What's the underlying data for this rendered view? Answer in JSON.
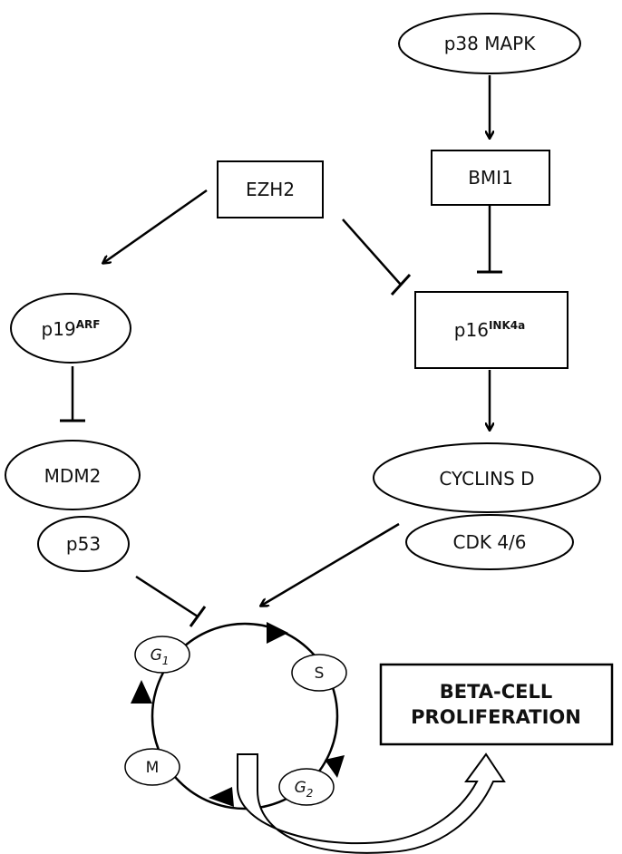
{
  "nodes": {
    "p38_mapk": "p38 MAPK",
    "bmi1": "BMI1",
    "ezh2": "EZH2",
    "p19": {
      "base": "p19",
      "sup": "ARF"
    },
    "p16": {
      "base": "p16",
      "sup": "INK4a"
    },
    "mdm2": "MDM2",
    "p53": "p53",
    "cyclins_d": "CYCLINS D",
    "cdk": "CDK 4/6",
    "outcome_line1": "BETA-CELL",
    "outcome_line2": "PROLIFERATION"
  },
  "cell_cycle": {
    "g1": {
      "base": "G",
      "sub": "1"
    },
    "s": "S",
    "g2": {
      "base": "G",
      "sub": "2"
    },
    "m": "M"
  },
  "edges": [
    {
      "from": "p38 MAPK",
      "to": "BMI1",
      "type": "activation"
    },
    {
      "from": "BMI1",
      "to": "p16INK4a",
      "type": "inhibition"
    },
    {
      "from": "EZH2",
      "to": "p19ARF",
      "type": "activation"
    },
    {
      "from": "EZH2",
      "to": "p16INK4a",
      "type": "inhibition"
    },
    {
      "from": "p19ARF",
      "to": "MDM2",
      "type": "inhibition"
    },
    {
      "from": "p16INK4a",
      "to": "CYCLINS D",
      "type": "activation"
    },
    {
      "from": "p53",
      "to": "G1",
      "type": "inhibition"
    },
    {
      "from": "CYCLINS D / CDK 4/6",
      "to": "G1",
      "type": "activation"
    },
    {
      "from": "cell cycle",
      "to": "BETA-CELL PROLIFERATION",
      "type": "activation"
    }
  ]
}
